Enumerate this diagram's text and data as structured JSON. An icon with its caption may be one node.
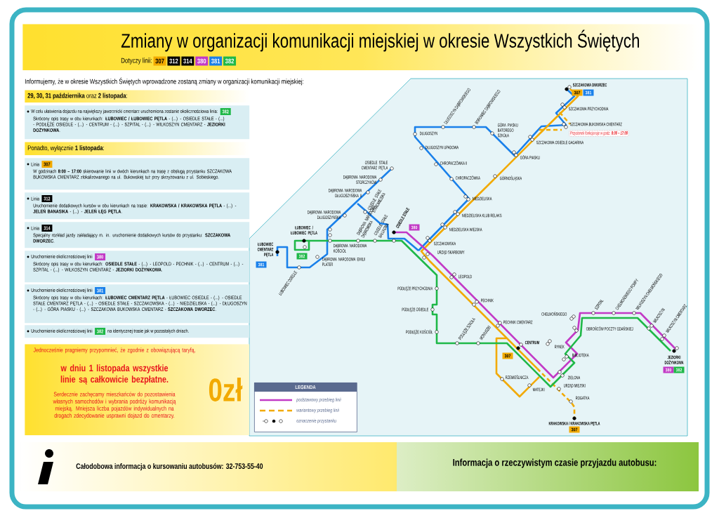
{
  "diagram": {
    "title": "Zmiany w organizacji komunikacji miejskiej w okresie Wszystkich Świętych",
    "nodes": [
      {
        "text": [
          "Dotyczy linii:"
        ]
      },
      {
        "text": [
          "307"
        ],
        "in": 0
      },
      {
        "text": [
          "312"
        ],
        "in": 0
      },
      {
        "text": [
          "314"
        ],
        "in": 0
      },
      {
        "text": [
          "380"
        ],
        "in": 0
      },
      {
        "text": [
          "381"
        ],
        "in": 0
      },
      {
        "text": [
          "382"
        ],
        "in": 0
      },
      {
        "text": [
          "**29, 30, 31 października** oraz **2 listopada**:"
        ]
      },
      {
        "text": [
          "W celu ułatwienia dojazdu na największy jaworznicki cmentarz uruchomiona zostanie okolicznościowa linia:",
          "Skrócony opis trasy w obu kierunkach: **ŁUBOWIEC / ŁUBOWIEC PĘTLA** - (...) - OSIEDLE STAŁE - (...) - PODŁĘŻE OSIEDLE - (...) - CENTRUM - (...) - SZPITAL - (...) - WILKOSZYN CMENTARZ - **JEZIORKI DOŻYNKOWA**."
        ]
      },
      {
        "text": [
          "382"
        ],
        "in": 8
      },
      {
        "text": [
          "Ponadto, wyłącznie **1 listopada**:"
        ]
      },
      {
        "text": [
          "Linia",
          "W godzinach **8:00 – 17:00** skierowanie linii w dwóch kierunkach na trasę z obsługą przystanku SZCZAKOWA BUKOWSKA CMENTARZ zlokalizowanego na ul. Bukowskiej tuż przy skrzyżowaniu z ul. Sobieskiego."
        ]
      },
      {
        "text": [
          "307"
        ],
        "in": 11
      },
      {
        "text": [
          "Linia",
          "Uruchomienie dodatkowych kursów w obu kierunkach na trasie: **KRAKOWSKA / KRAKOWSKA PĘTLA** - (...) - **JELEŃ BANASIKA** - (...) - **JELEŃ ŁĘG PĘTLA**."
        ]
      },
      {
        "text": [
          "312"
        ],
        "in": 13
      },
      {
        "text": [
          "Linia",
          "Specjalny rozkład jazdy zakładający m. in. uruchomienie dodatkowych kursów do przystanku: **SZCZAKOWA DWORZEC**."
        ]
      },
      {
        "text": [
          "314"
        ],
        "in": 15
      },
      {
        "text": [
          "Uruchomienie okolicznościowej linii",
          "Skrócony opis trasy w obu kierunkach: **OSIEDLE STAŁE** - (...) - LEOPOLD - PECHNIK - (...) - CENTRUM - (...) - SZPITAL - (...) - WILKOSZYN CMENTARZ - **JEZIORKI DOŻYNKOWA**."
        ]
      },
      {
        "text": [
          "380"
        ],
        "in": 17
      },
      {
        "text": [
          "Uruchomienie okolicznościowej linii",
          "Skrócony opis trasy w obu kierunkach: **ŁUBOWIEC CMENTARZ PĘTLA** - ŁUBOWIEC OSIEDLE - (...) - OSIEDLE STAŁE CMENTARZ PĘTLA - (...) - OSIEDLE STAŁE - SZCZAKOWSKA - (...) - NIEDZIELISKA - (...) - DŁUGOSZYN - (...) - GÓRA PIASKU - (...) - SZCZAKOWA BUKOWSKA CMENTARZ - **SZCZAKOWA DWORZEC**."
        ]
      },
      {
        "text": [
          "381"
        ],
        "in": 19
      },
      {
        "text": [
          "Uruchomienie okolicznościowej linii",
          "na identycznej trasie jak w pozostałych dniach."
        ]
      },
      {
        "text": [
          "382"
        ],
        "in": 21
      },
      {
        "text": [
          "Jednocześnie pragniemy przypomnieć, że zgodnie z obowiązującą taryfą,",
          "w dniu 1 listopada wszystkie linie są całkowicie bezpłatne.",
          "Serdecznie zachęcamy mieszkańców do pozostawienia własnych samochodów i wybrania podróży komunikacją miejską. Mniejsza liczba pojazdów indywidualnych na drogach zdecydowanie usprawni dojazd do cmentarzy.",
          "0zł"
        ]
      },
      {
        "text": [
          "307"
        ]
      },
      {
        "text": [
          "381"
        ]
      },
      {
        "text": [
          "381"
        ]
      },
      {
        "text": [
          "382"
        ]
      },
      {
        "text": [
          "380"
        ]
      },
      {
        "text": [
          "307"
        ]
      },
      {
        "text": [
          "380"
        ]
      },
      {
        "text": [
          "382"
        ]
      },
      {
        "text": [
          "307"
        ]
      },
      {
        "text": [
          "Przystanek funkcjonuje w godz. **8:00 – 17:00**"
        ]
      },
      {
        "text": [
          "LEGENDA"
        ]
      }
    ],
    "labels": [
      "Informujemy, że w okresie Wszystkich Świętych wprowadzone zostaną zmiany w organizacji komunikacji miejskiej:",
      "Całodobowa informacja o kursowaniu autobusów: 32-753-55-40",
      "Informacja o rzeczywistym czasie przyjazdu autobusu:",
      "SZCZAKOWA DWORZEC",
      "SZCZAKOWA PRZYCHODNIA",
      "DŁUGOSZYN DĄBROWSKIEGO",
      "BOROWIEC DĄBROWSKIEGO",
      "SZCZAKOWA BUKOWSKA CMENTARZ",
      "GÓRA PIASKU BATOREGO SZKOŁA",
      "SZCZAKOWA OSIEDLE GAGARINA",
      "DŁUGOSZYN",
      "DŁUGOSZYN UPADOWA",
      "GÓRA PIASKU",
      "CHROPACZÓWKA II",
      "OSIEDLE STAŁE CMENTARZ PĘTLA",
      "GÓRNOŚLĄSKA",
      "CHROPACZÓWKA",
      "DĄBROWA NARODOWA STORCZYKÓW",
      "DĄBROWA NARODOWA DŁUGOSZYŃSKA II",
      "NIEDZIELISKA",
      "OSIEDLE STAŁE STAROMIEJSKA",
      "DĄBROWA NARODOWA DŁUGOSZYŃSKA",
      "NIEDZIELISKA KLUB RELAKS",
      "DĄBROWA NARODOWA DĄBROWSKA",
      "OSIEDLE STAŁE BAŁUKOWA",
      "OSIEDLE STAŁE",
      "NIEDZIELISKA WIEJSKA",
      "ŁUBOWIEC / ŁUBOWIEC PĘTLA",
      "DĄBROWA NARODOWA KOŚCIÓŁ",
      "SZCZAKOWSKA",
      "ŁUBOWIEC CMENTARZ PĘTLA",
      "URZĄD SKARBOWY",
      "DĄBROWA NARODOWA EMILII PLATER",
      "ŁUBOWIEC OSIEDLE",
      "LEOPOLD",
      "PODŁĘŻE PRZYCHODNIA",
      "PECHNIK",
      "PODŁĘŻE OSIEDLE",
      "CHEŁMOŃSKIEGO",
      "SZPITAL",
      "CHEŁMOŃSKIEGO POMPY",
      "WILKOSZYN CHEŁMOŃSKIEGO",
      "PECHNIK CMENTARZ",
      "OBROŃCÓW POCZTY GDAŃSKIEJ",
      "WILKOSZYN",
      "PODŁĘŻE KOŚCIÓŁ",
      "WILKOSZYN CMENTARZ",
      "PODŁĘŻE SZKOŁA",
      "MONIUSZKI",
      "CENTRUM",
      "RYNEK",
      "BIBLIOTEKA",
      "JEZIORKI DOŻYNKOWA",
      "ZIELONA",
      "RZEMIEŚLNICZA",
      "MATEJKI",
      "URZĄD MIEJSKI",
      "ROGATKA",
      "KRAKOWSKA / KRAKOWSKA PĘTLA"
    ],
    "legend": [
      {
        "text": "podstawowy przebieg linii"
      },
      {
        "text": "wariantowy przebieg linii"
      },
      {
        "text": "oznaczenie przystanku"
      }
    ]
  }
}
